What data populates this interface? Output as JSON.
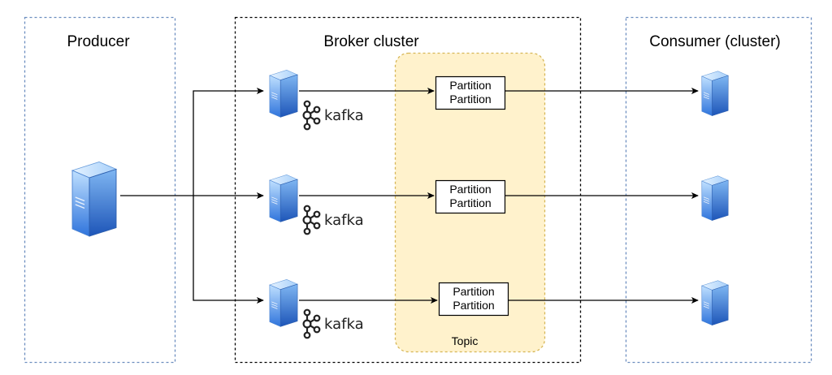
{
  "groups": {
    "producer": "Producer",
    "broker": "Broker cluster",
    "consumer": "Consumer (cluster)"
  },
  "topic": {
    "label": "Topic"
  },
  "partitions": [
    {
      "line1": "Partition",
      "line2": "Partition"
    },
    {
      "line1": "Partition",
      "line2": "Partition"
    },
    {
      "line1": "Partition",
      "line2": "Partition"
    }
  ],
  "brokers": [
    {
      "logo": "kafka"
    },
    {
      "logo": "kafka"
    },
    {
      "logo": "kafka"
    }
  ],
  "icons": {
    "server": "server-icon",
    "logo": "kafka-logo-icon"
  },
  "colors": {
    "group_border": "#6c8ebf",
    "topic_fill": "#fff2cc",
    "topic_border": "#d6b656",
    "server_blue": "#3a82e6"
  }
}
